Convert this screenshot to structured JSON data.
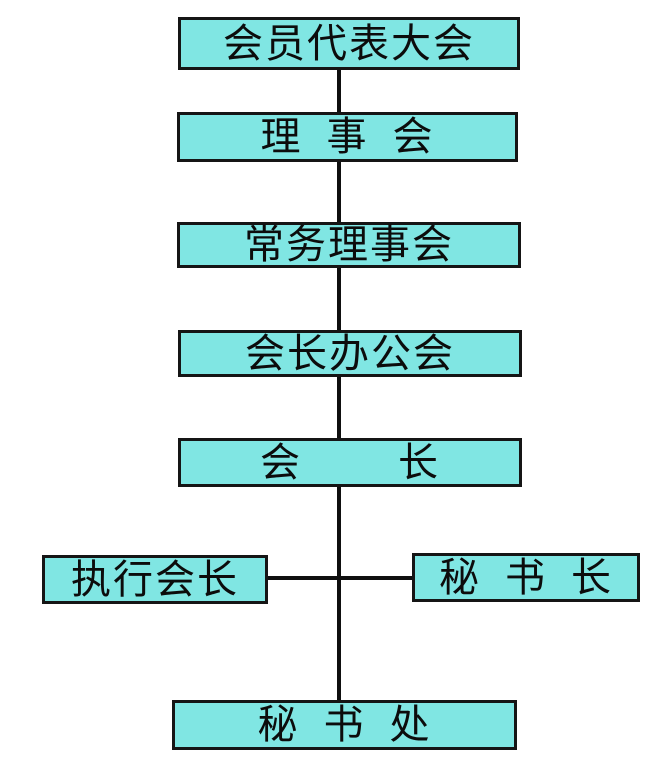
{
  "diagram": {
    "type": "org-chart",
    "background_color": "#ffffff",
    "box_fill_color": "#80e6e3",
    "box_border_color": "#151515",
    "line_color": "#0f0f0f",
    "text_color": "#0c0c0c",
    "nodes": [
      {
        "id": "member-representative-assembly",
        "label": "会员代表大会"
      },
      {
        "id": "council",
        "label": "理  事  会"
      },
      {
        "id": "standing-council",
        "label": "常务理事会"
      },
      {
        "id": "president-office-meeting",
        "label": "会长办公会"
      },
      {
        "id": "president",
        "label": "会        长"
      },
      {
        "id": "executive-president",
        "label": "执行会长"
      },
      {
        "id": "secretary-general",
        "label": "秘  书  长"
      },
      {
        "id": "secretariat",
        "label": "秘  书  处"
      }
    ],
    "edges": [
      {
        "from": "member-representative-assembly",
        "to": "council"
      },
      {
        "from": "council",
        "to": "standing-council"
      },
      {
        "from": "standing-council",
        "to": "president-office-meeting"
      },
      {
        "from": "president-office-meeting",
        "to": "president"
      },
      {
        "from": "president",
        "to": "executive-president"
      },
      {
        "from": "president",
        "to": "secretary-general"
      },
      {
        "from": "president",
        "to": "secretariat"
      }
    ]
  }
}
